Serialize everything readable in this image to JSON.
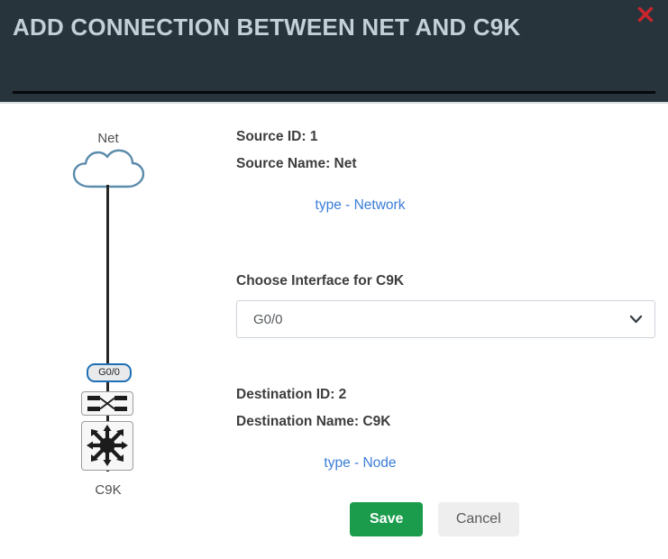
{
  "header": {
    "title": "ADD CONNECTION BETWEEN NET AND C9K",
    "close_icon": "close-icon",
    "background_color": "#28343b",
    "title_color": "#c3d0d8",
    "close_color": "#c9252d"
  },
  "diagram": {
    "source_label": "Net",
    "source_icon": "cloud-icon",
    "destination_label": "C9K",
    "interface_badge": "G0/0",
    "switch_icon": "switch-icon",
    "router_icon": "multilayer-switch-icon",
    "link_color": "#262626",
    "cloud_outline_color": "#5b8bab",
    "badge_border_color": "#1f6fb5"
  },
  "form": {
    "source_id": "Source ID: 1",
    "source_name": "Source Name: Net",
    "source_type_link": "type - Network",
    "interface_label": "Choose Interface for C9K",
    "interface_value": "G0/0",
    "interface_options": [
      "G0/0"
    ],
    "destination_id": "Destination ID: 2",
    "destination_name": "Destination Name: C9K",
    "destination_type_link": "type - Node",
    "link_color": "#3b7dd8"
  },
  "buttons": {
    "save_label": "Save",
    "cancel_label": "Cancel",
    "save_color": "#1a9c4c",
    "cancel_color": "#eeeeee"
  }
}
